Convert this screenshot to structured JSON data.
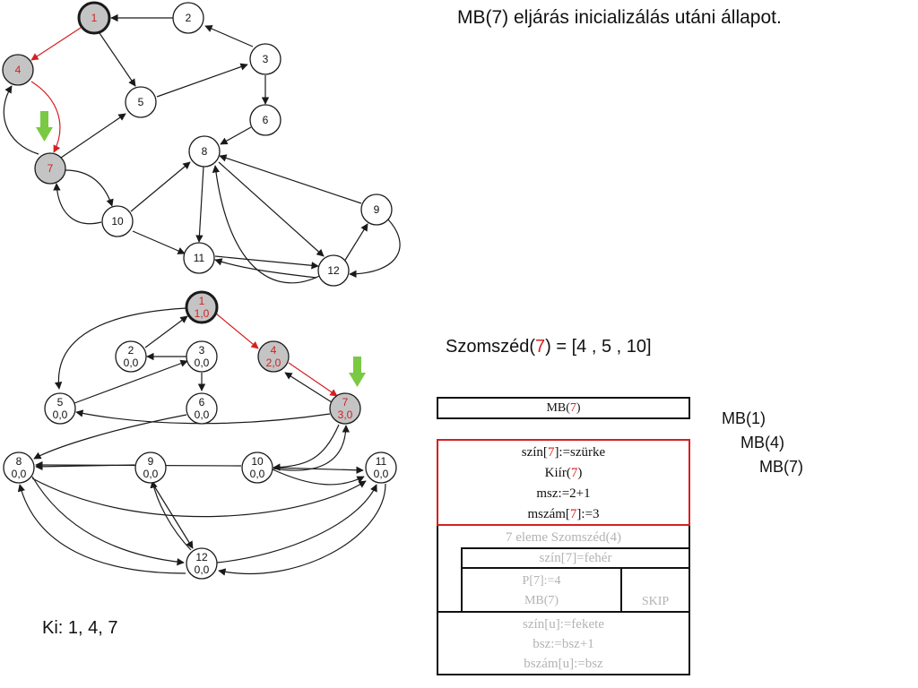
{
  "title": "MB(7) eljárás inicializálás utáni állapot.",
  "neighbors": {
    "prefix": "Szomszéd(",
    "node": "7",
    "suffix": ") = [4 , 5 , 10]"
  },
  "call_stack": [
    "MB(1)",
    "MB(4)",
    "MB(7)"
  ],
  "output": "Ki: 1, 4, 7",
  "colors": {
    "visited": "#c4c4c4",
    "active_edge": "#d42020",
    "pointer_arrow": "#7ac943",
    "highlight_box": "#d42020"
  },
  "graph_top": {
    "nodes": [
      {
        "id": "1",
        "state": "gray"
      },
      {
        "id": "2",
        "state": "white"
      },
      {
        "id": "3",
        "state": "white"
      },
      {
        "id": "4",
        "state": "gray"
      },
      {
        "id": "5",
        "state": "white"
      },
      {
        "id": "6",
        "state": "white"
      },
      {
        "id": "7",
        "state": "gray"
      },
      {
        "id": "8",
        "state": "white"
      },
      {
        "id": "9",
        "state": "white"
      },
      {
        "id": "10",
        "state": "white"
      },
      {
        "id": "11",
        "state": "white"
      },
      {
        "id": "12",
        "state": "white"
      }
    ]
  },
  "graph_bottom": {
    "nodes": [
      {
        "id": "1",
        "values": "1,0"
      },
      {
        "id": "2",
        "values": "0,0"
      },
      {
        "id": "3",
        "values": "0,0"
      },
      {
        "id": "4",
        "values": "2,0"
      },
      {
        "id": "5",
        "values": "0,0"
      },
      {
        "id": "6",
        "values": "0,0"
      },
      {
        "id": "7",
        "values": "3,0"
      },
      {
        "id": "8",
        "values": "0,0"
      },
      {
        "id": "9",
        "values": "0,0"
      },
      {
        "id": "10",
        "values": "0,0"
      },
      {
        "id": "11",
        "values": "0,0"
      },
      {
        "id": "12",
        "values": "0,0"
      }
    ]
  },
  "struktogram": {
    "header": {
      "pre": "MB(",
      "arg": "7",
      "post": ")"
    },
    "init": [
      {
        "pre": "szín[",
        "arg": "7",
        "post": "]:=szürke"
      },
      {
        "pre": "Kiír(",
        "arg": "7",
        "post": ")"
      },
      {
        "pre": "msz:=2+1",
        "arg": "",
        "post": ""
      },
      {
        "pre": "mszám[",
        "arg": "7",
        "post": "]:=3"
      }
    ],
    "loop": "7 eleme Szomszéd(4)",
    "condition": "szín[7]=fehér",
    "then_lines": [
      "P[7]:=4",
      "MB(7)"
    ],
    "else_line": "SKIP",
    "finish": [
      "szín[u]:=fekete",
      "bsz:=bsz+1",
      "bszám[u]:=bsz"
    ]
  }
}
